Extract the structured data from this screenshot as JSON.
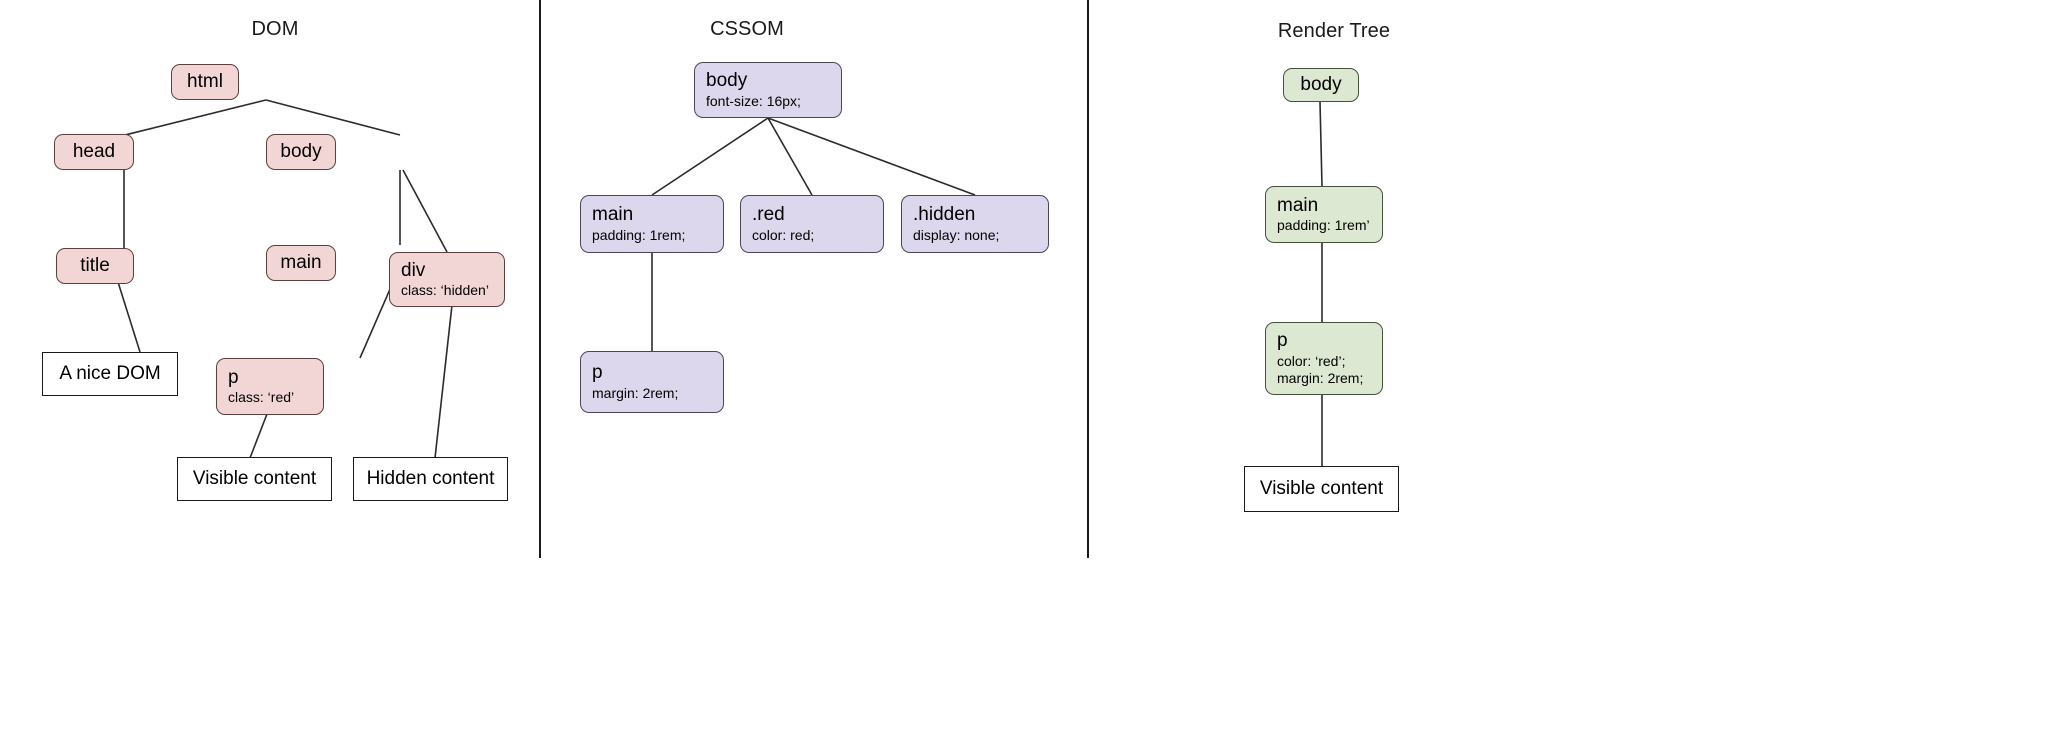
{
  "diagram": {
    "title_dom": "DOM",
    "title_cssom": "CSSOM",
    "title_render": "Render Tree",
    "colors": {
      "dom_fill": "#f2d6d6",
      "cssom_fill": "#dcd7ec",
      "render_fill": "#dde8d2",
      "stroke": "#4d4d4d",
      "text": "#000000",
      "divider": "#1a1a1a",
      "textbox_fill": "#ffffff"
    }
  },
  "dom": {
    "nodes": {
      "html": {
        "tag": "html"
      },
      "head": {
        "tag": "head"
      },
      "body": {
        "tag": "body"
      },
      "title": {
        "tag": "title"
      },
      "main": {
        "tag": "main"
      },
      "div": {
        "tag": "div",
        "prop": "class: ‘hidden’"
      },
      "p": {
        "tag": "p",
        "prop": "class: ‘red’"
      }
    },
    "textboxes": {
      "a_nice_dom": "A nice DOM",
      "visible_content": "Visible content",
      "hidden_content": "Hidden content"
    }
  },
  "cssom": {
    "nodes": {
      "body": {
        "tag": "body",
        "prop": "font-size: 16px;"
      },
      "main": {
        "tag": "main",
        "prop": "padding: 1rem;"
      },
      "red": {
        "tag": ".red",
        "prop": "color: red;"
      },
      "hidden": {
        "tag": ".hidden",
        "prop": "display: none;"
      },
      "p": {
        "tag": "p",
        "prop": "margin: 2rem;"
      }
    }
  },
  "render": {
    "nodes": {
      "body": {
        "tag": "body"
      },
      "main": {
        "tag": "main",
        "prop": "padding: 1rem’"
      },
      "p": {
        "tag": "p",
        "prop": "color: ‘red’;",
        "prop2": "margin: 2rem;"
      }
    },
    "textboxes": {
      "visible_content": "Visible content"
    }
  }
}
